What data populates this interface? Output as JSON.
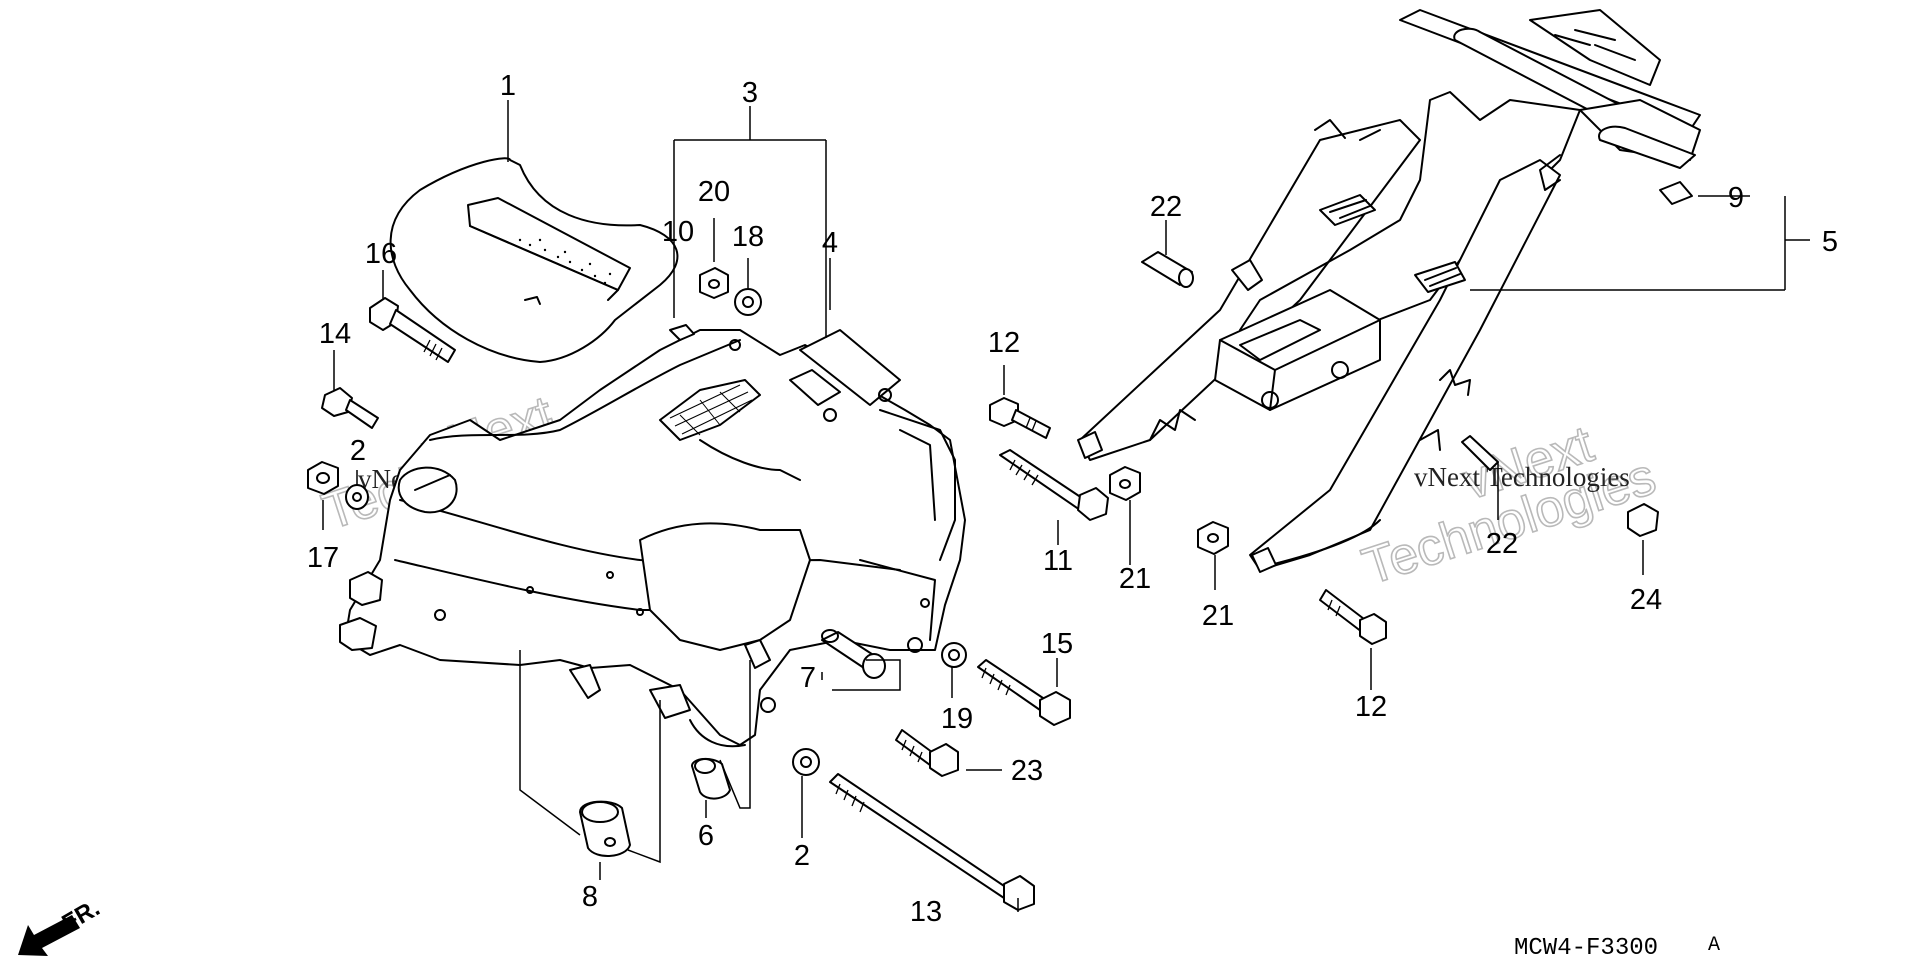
{
  "diagram": {
    "code": "MCW4-F3300",
    "code_suffix": "A",
    "direction_label": "FR.",
    "watermark_small": "vNext Technologies",
    "watermark_big_line1": "vNext",
    "watermark_big_line2": "Technologies",
    "callouts": {
      "c1": "1",
      "c2a": "2",
      "c2b": "2",
      "c3": "3",
      "c4": "4",
      "c5": "5",
      "c6": "6",
      "c7": "7",
      "c8": "8",
      "c9": "9",
      "c10": "10",
      "c11": "11",
      "c12a": "12",
      "c12b": "12",
      "c13": "13",
      "c14": "14",
      "c15": "15",
      "c16": "16",
      "c17": "17",
      "c18": "18",
      "c19": "19",
      "c20": "20",
      "c21a": "21",
      "c21b": "21",
      "c22a": "22",
      "c22b": "22",
      "c23": "23",
      "c24": "24"
    }
  }
}
